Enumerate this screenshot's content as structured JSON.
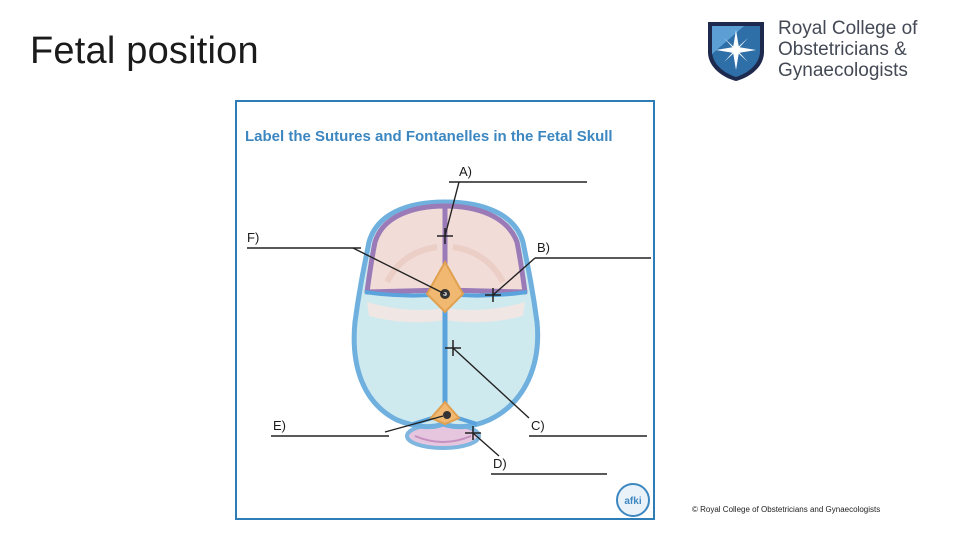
{
  "slide": {
    "title": "Fetal position",
    "copyright": "© Royal College of Obstetricians and Gynaecologists"
  },
  "logo": {
    "lines": [
      "Royal College of",
      "Obstetricians &",
      "Gynaecologists"
    ],
    "icon": "star-shield-icon"
  },
  "figure": {
    "heading": "Label the Sutures and Fontanelles in the Fetal Skull",
    "labels": {
      "a": "A)",
      "b": "B)",
      "c": "C)",
      "d": "D)",
      "e": "E)",
      "f": "F)"
    },
    "badge_text": "afki",
    "badge_icon": "afki-badge-icon"
  },
  "colors": {
    "accent_blue": "#3d87c0",
    "frontal_bone": "#f2dcd7",
    "parietal_bone": "#cfeaee",
    "suture_purple": "#9b7bb7",
    "fontanelle_orange": "#f0b870",
    "occipital_pink": "#e6c6de"
  }
}
